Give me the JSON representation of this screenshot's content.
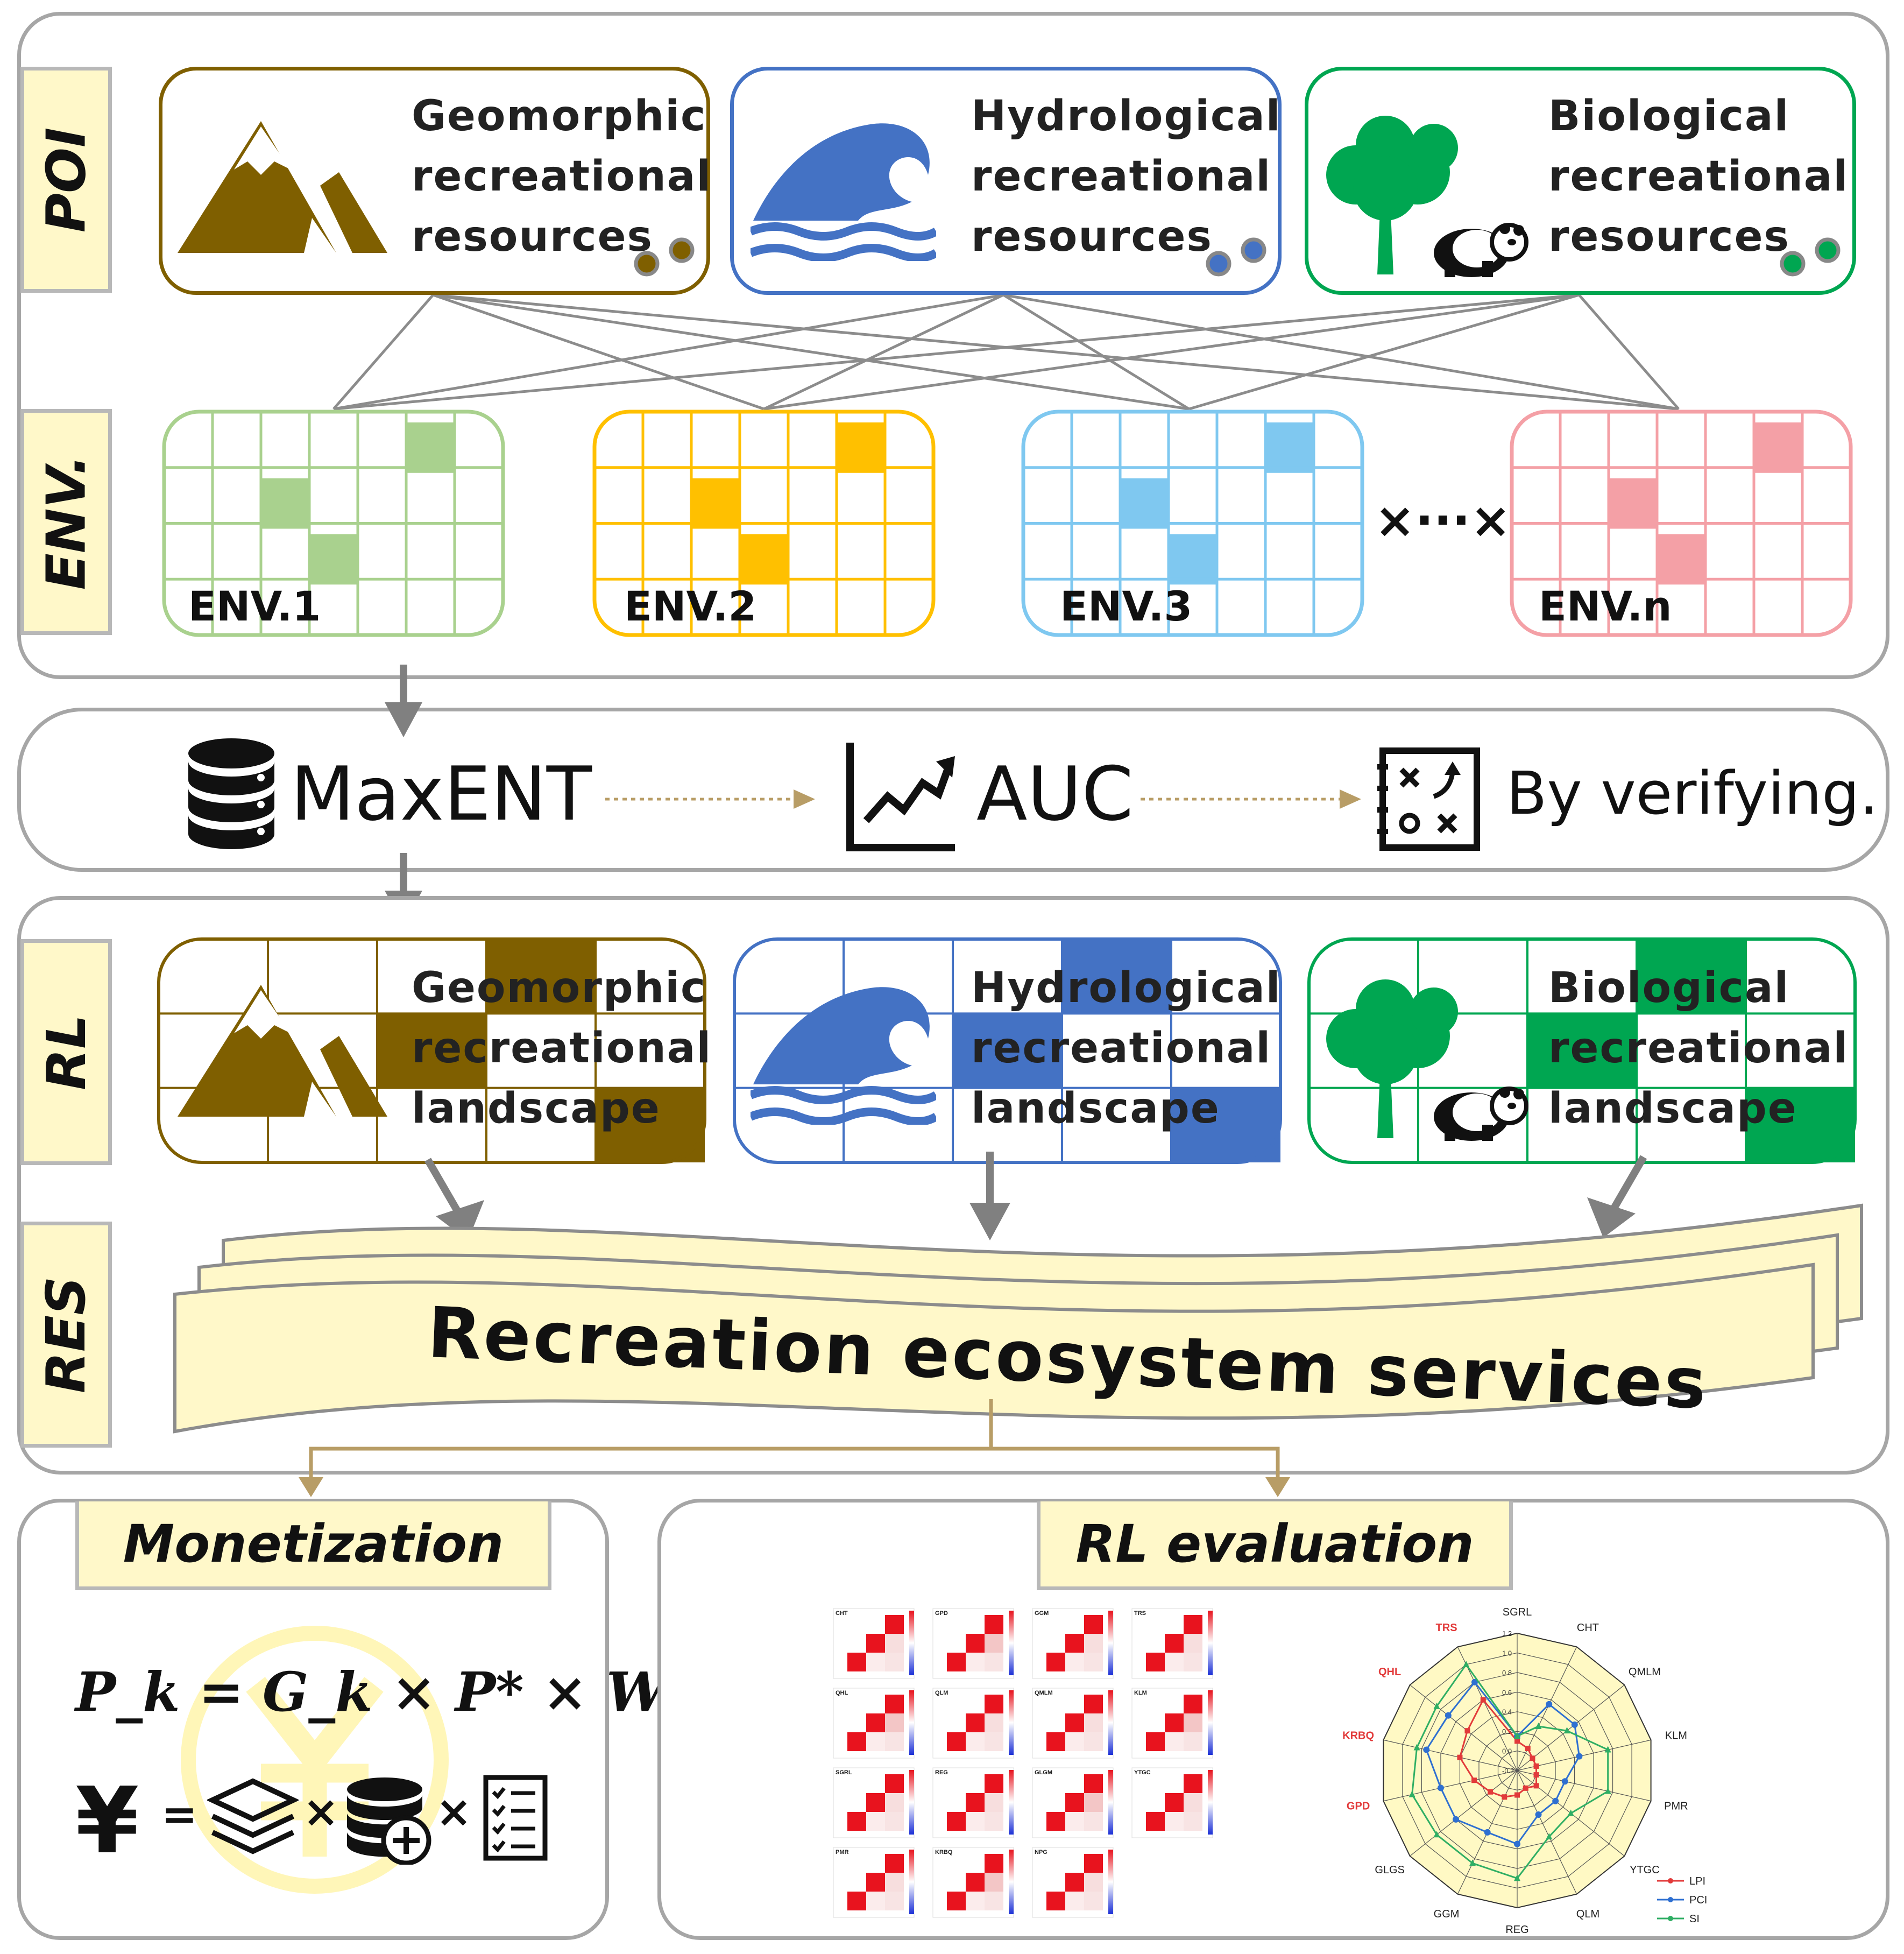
{
  "rows": {
    "poi": "POI",
    "env": "ENV.",
    "rl": "RL",
    "res": "RES"
  },
  "resources": [
    {
      "lines": [
        "Geomorphic",
        "recreational",
        "resources"
      ],
      "color": "#7f5f00"
    },
    {
      "lines": [
        "Hydrological",
        "recreational",
        "resources"
      ],
      "color": "#4472c4"
    },
    {
      "lines": [
        "Biological",
        "recreational",
        "resources"
      ],
      "color": "#00a651"
    }
  ],
  "env_layers": [
    {
      "label": "ENV.1",
      "color": "#a9d18e"
    },
    {
      "label": "ENV.2",
      "color": "#ffc000"
    },
    {
      "label": "ENV.3",
      "color": "#7fc8f0"
    },
    {
      "label": "ENV.n",
      "color": "#f4a0a6"
    }
  ],
  "env_ellipsis": "×···×",
  "pipeline": {
    "maxent": "MaxENT",
    "auc": "AUC",
    "verify": "By verifying."
  },
  "landscapes": [
    {
      "lines": [
        "Geomorphic",
        "recreational",
        "landscape"
      ]
    },
    {
      "lines": [
        "Hydrological",
        "recreational",
        "landscape"
      ]
    },
    {
      "lines": [
        "Biological",
        "recreational",
        "landscape"
      ]
    }
  ],
  "res_banner": "Recreation ecosystem services",
  "monetization": {
    "title": "Monetization",
    "formula": "P_k = G_k × P* × W_k",
    "yen": "¥",
    "eq": "=",
    "times": "×"
  },
  "rl_evaluation": {
    "title": "RL evaluation",
    "matrix_labels": [
      "CHT",
      "GPD",
      "GGM",
      "TRS",
      "QHL",
      "QLM",
      "QMLM",
      "KLM",
      "SGRL",
      "REG",
      "GLGM",
      "YTGC",
      "PMR",
      "KRBQ",
      "NPG"
    ],
    "radar": {
      "axes": [
        "SGRL",
        "CHT",
        "QMLM",
        "KLM",
        "PMR",
        "YTGC",
        "QLM",
        "REG",
        "GGM",
        "GLGS",
        "GPD",
        "KRBQ",
        "QHL",
        "TRS"
      ],
      "highlight_axes": [
        "TRS",
        "QHL",
        "KRBQ",
        "GPD"
      ],
      "ticks": [
        "1.2",
        "1.0",
        "0.8",
        "0.6",
        "0.4",
        "0.2",
        "0.0",
        "-0.2"
      ],
      "series": [
        {
          "name": "LPI",
          "color": "#e23a3a",
          "values": [
            0.1,
            0.05,
            0.0,
            0.0,
            0.0,
            0.05,
            0.0,
            0.05,
            0.1,
            0.15,
            0.25,
            0.4,
            0.45,
            0.6
          ]
        },
        {
          "name": "PCI",
          "color": "#2e6fd1",
          "values": [
            0.15,
            0.55,
            0.55,
            0.45,
            0.3,
            0.3,
            0.3,
            0.55,
            0.5,
            0.6,
            0.6,
            0.75,
            0.7,
            0.8
          ]
        },
        {
          "name": "SI",
          "color": "#2fae64",
          "values": [
            0.15,
            0.3,
            0.45,
            0.75,
            0.75,
            0.5,
            0.55,
            0.9,
            0.85,
            0.85,
            0.9,
            0.85,
            0.85,
            1.0
          ]
        }
      ]
    }
  }
}
